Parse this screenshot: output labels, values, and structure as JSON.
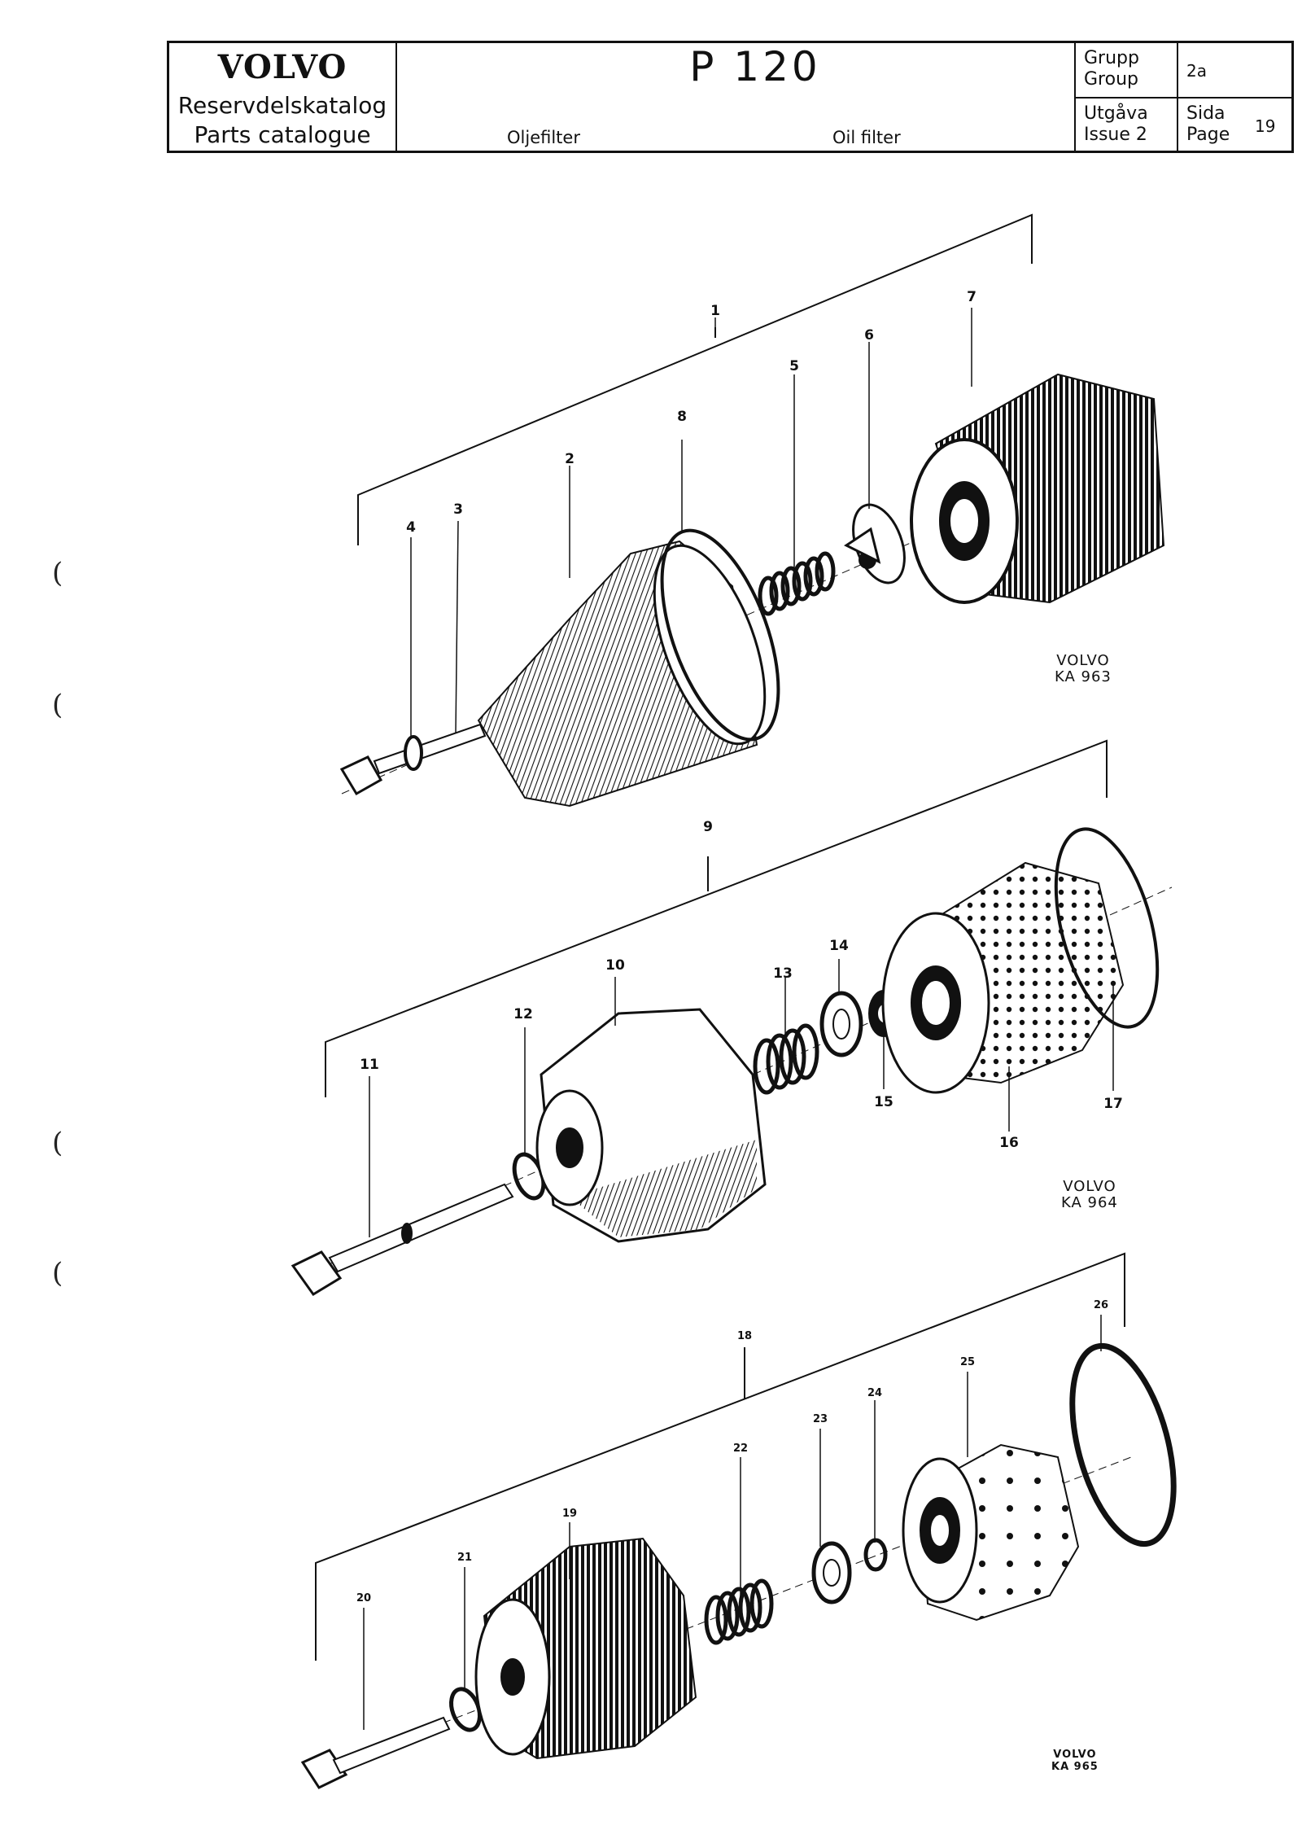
{
  "header": {
    "brand": "VOLVO",
    "catalogue_sv": "Reservdelskatalog",
    "catalogue_en": "Parts catalogue",
    "model": "P 120",
    "subtitle_sv": "Oljefilter",
    "subtitle_en": "Oil filter",
    "group_label_sv": "Grupp",
    "group_label_en": "Group",
    "group_value": "2a",
    "issue_label_sv": "Utgåva",
    "issue_label_en": "Issue 2",
    "page_label_sv": "Sida",
    "page_label_en": "Page",
    "page_value": "19"
  },
  "figures": [
    {
      "reference": [
        "VOLVO",
        "KA 963"
      ],
      "callouts": [
        "1",
        "2",
        "3",
        "4",
        "5",
        "6",
        "7",
        "8"
      ]
    },
    {
      "reference": [
        "VOLVO",
        "KA 964"
      ],
      "callouts": [
        "9",
        "10",
        "11",
        "12",
        "13",
        "14",
        "15",
        "16",
        "17"
      ]
    },
    {
      "reference": [
        "VOLVO",
        "KA 965"
      ],
      "callouts": [
        "18",
        "19",
        "20",
        "21",
        "22",
        "23",
        "24",
        "25",
        "26"
      ]
    }
  ],
  "margin_marks": [
    "(",
    "(",
    "(",
    "("
  ]
}
